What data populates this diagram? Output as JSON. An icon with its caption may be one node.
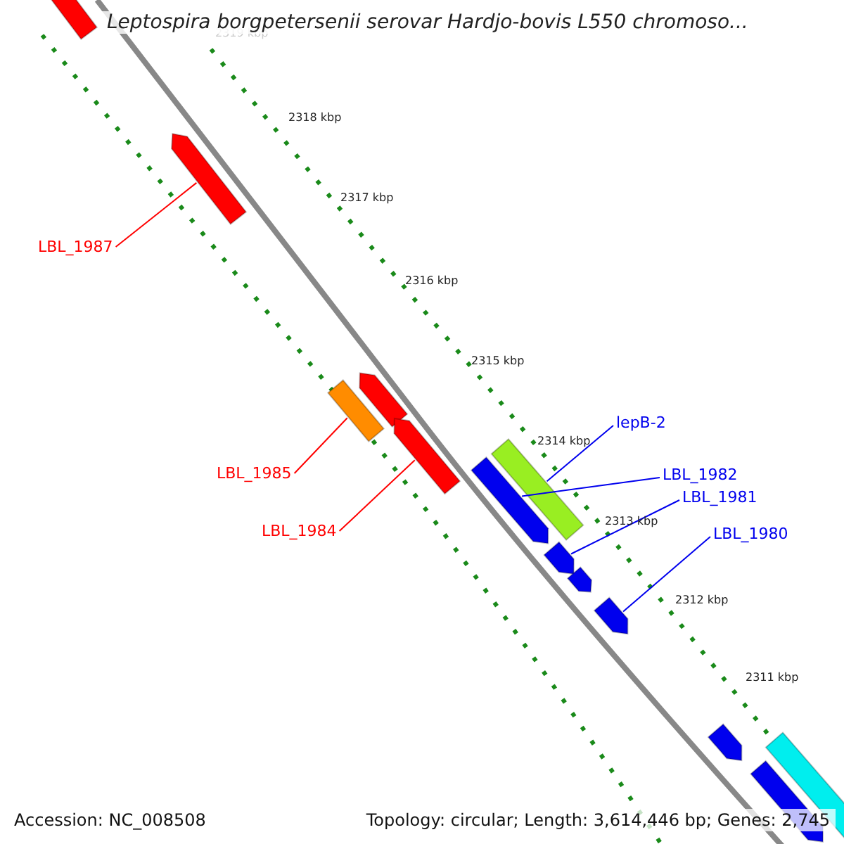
{
  "diagram": {
    "title": "Leptospira borgpetersenii serovar Hardjo-bovis L550 chromoso...",
    "nodes": [
      {
        "text": [],
        "shape": "arrow"
      },
      {
        "text": [],
        "shape": "arrow"
      },
      {
        "text": [],
        "shape": "arrow"
      },
      {
        "text": [],
        "shape": "bar"
      },
      {
        "text": [],
        "shape": "arrow"
      },
      {
        "text": [],
        "shape": "bar"
      },
      {
        "text": [],
        "shape": "arrow"
      },
      {
        "text": [],
        "shape": "arrow"
      },
      {
        "text": [],
        "shape": "arrow"
      },
      {
        "text": [],
        "shape": "arrow"
      },
      {
        "text": [],
        "shape": "arrow"
      },
      {
        "text": [],
        "shape": "arrow"
      },
      {
        "text": [],
        "shape": "bar"
      },
      {
        "text": [
          "LBL_1987"
        ]
      },
      {
        "text": [
          "lepB-2"
        ]
      },
      {
        "text": [
          "LBL_1985"
        ]
      },
      {
        "text": [
          "LBL_1982"
        ]
      },
      {
        "text": [
          "LBL_1981"
        ]
      },
      {
        "text": [
          "LBL_1980"
        ]
      },
      {
        "text": [
          "LBL_1984"
        ]
      }
    ],
    "edges": [
      {
        "from": 13,
        "to": 1,
        "arrow": "none",
        "color": "#ff0000"
      },
      {
        "from": 14,
        "to": 5,
        "arrow": "none"
      },
      {
        "from": 15,
        "to": 3,
        "arrow": "none",
        "color": "#ff0000"
      },
      {
        "from": 16,
        "to": 6,
        "arrow": "none"
      },
      {
        "from": 17,
        "to": 7,
        "arrow": "none"
      },
      {
        "from": 18,
        "to": 9,
        "arrow": "none"
      },
      {
        "from": 19,
        "to": 4,
        "arrow": "none",
        "color": "#ff0000"
      }
    ],
    "labels": [
      "2319 kbp",
      "2318 kbp",
      "2317 kbp",
      "2316 kbp",
      "2315 kbp",
      "2314 kbp",
      "2313 kbp",
      "2312 kbp",
      "2311 kbp",
      "Accession: NC_008508",
      "Topology: circular; Length: 3,614,446 bp; Genes: 2,745"
    ]
  }
}
